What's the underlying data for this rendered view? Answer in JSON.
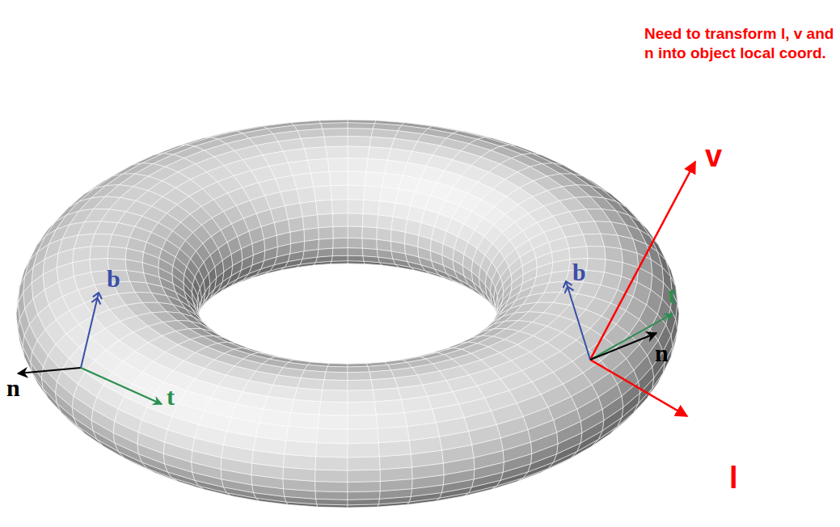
{
  "diagram": {
    "labels": [
      "Need to transform l, v and n into object local coord.",
      "b",
      "n",
      "t",
      "b",
      "t",
      "n",
      "v",
      "l"
    ]
  }
}
